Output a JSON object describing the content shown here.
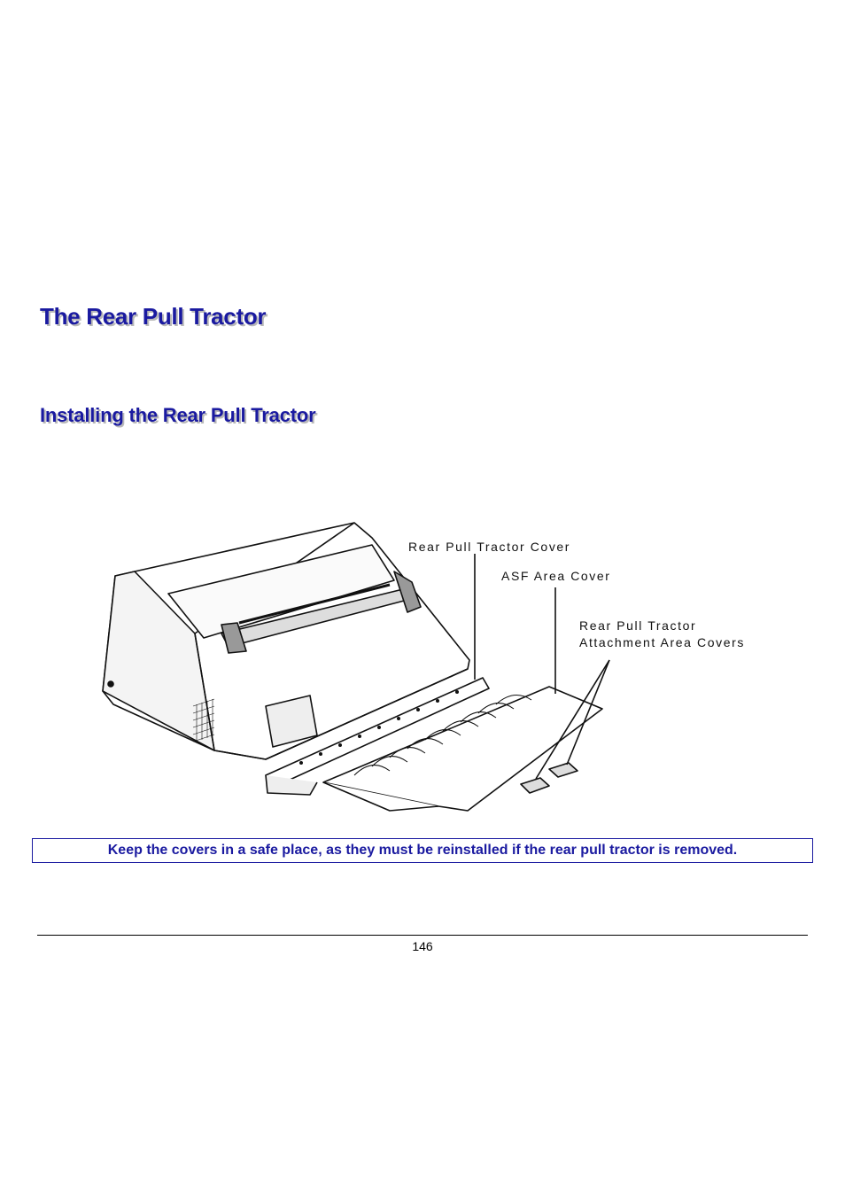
{
  "page": {
    "title": "The Rear Pull Tractor",
    "subtitle": "Installing the Rear Pull Tractor",
    "note": "Keep the covers in a safe place, as they must be reinstalled if the rear pull tractor is removed.",
    "page_number": "146"
  },
  "figure": {
    "callouts": {
      "tractor_cover": "Rear Pull Tractor Cover",
      "asf_cover": "ASF Area Cover",
      "attachment_line1": "Rear Pull Tractor",
      "attachment_line2": "Attachment Area Covers"
    }
  },
  "colors": {
    "heading": "#1a1aa0",
    "note_border": "#1a1aa0"
  }
}
